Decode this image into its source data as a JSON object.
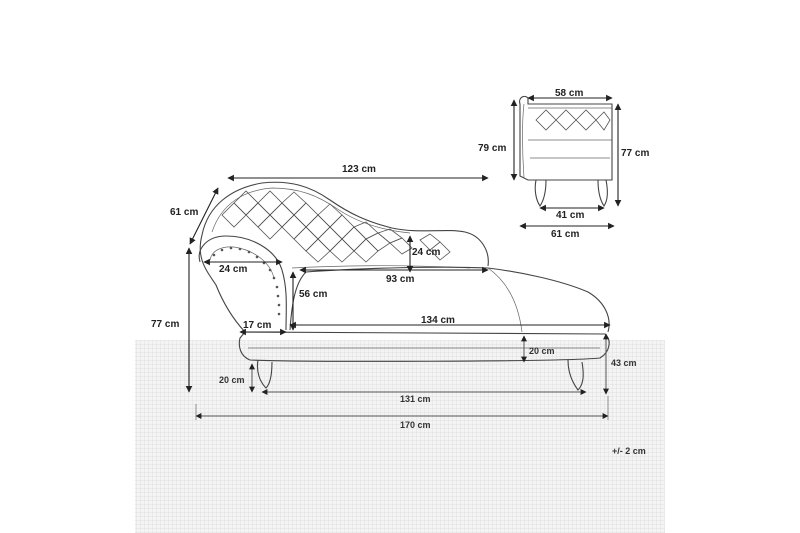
{
  "dimensions": {
    "back_length": "123 cm",
    "arm_depth": "61 cm",
    "arm_width": "24 cm",
    "back_height": "24 cm",
    "seat_top_length": "93 cm",
    "seat_to_arm": "56 cm",
    "total_height": "77 cm",
    "arm_inset": "17 cm",
    "seat_length": "134 cm",
    "seat_thickness": "20 cm",
    "seat_height": "43 cm",
    "leg_height": "20 cm",
    "leg_span": "131 cm",
    "total_length": "170 cm",
    "tolerance": "+/- 2 cm"
  },
  "side_view": {
    "top_width": "58 cm",
    "back_height": "79 cm",
    "front_height": "77 cm",
    "leg_span": "41 cm",
    "total_width": "61 cm"
  },
  "colors": {
    "line": "#444444",
    "grid": "#d8d8d8",
    "grid_bg": "#f2f2f2",
    "text": "#222222"
  }
}
